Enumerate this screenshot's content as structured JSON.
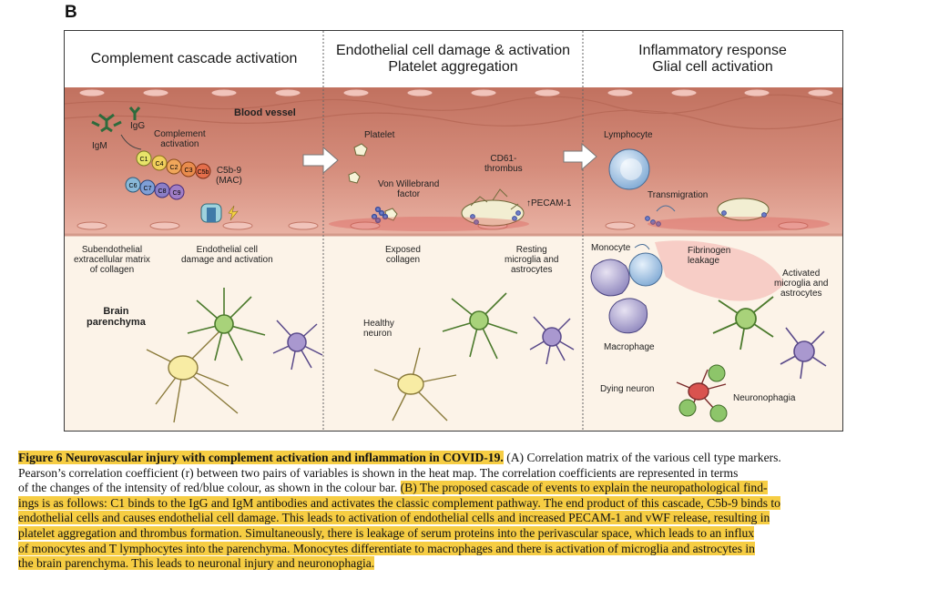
{
  "panel_letter": "B",
  "headers": {
    "col1": "Complement cascade activation",
    "col2_line1": "Endothelial cell damage & activation",
    "col2_line2": "Platelet aggregation",
    "col3_line1": "Inflammatory response",
    "col3_line2": "Glial cell activation"
  },
  "labels": {
    "blood_vessel": "Blood vessel",
    "igm": "IgM",
    "igg": "IgG",
    "complement_activation_1": "Complement",
    "complement_activation_2": "activation",
    "c1": "C1",
    "c4": "C4",
    "c2": "C2",
    "c3": "C3",
    "c5b": "C5b",
    "c6": "C6",
    "c7": "C7",
    "c8": "C8",
    "c9": "C9",
    "c5b9_1": "C5b-9",
    "c5b9_2": "(MAC)",
    "subendothelial_1": "Subendothelial",
    "subendothelial_2": "extracellular matrix",
    "subendothelial_3": "of collagen",
    "endothelial_damage_1": "Endothelial cell",
    "endothelial_damage_2": "damage and activation",
    "brain_parenchyma_1": "Brain",
    "brain_parenchyma_2": "parenchyma",
    "platelet": "Platelet",
    "vwf_1": "Von Willebrand",
    "vwf_2": "factor",
    "cd61_1": "CD61-",
    "cd61_2": "thrombus",
    "pecam": "↑PECAM-1",
    "exposed_collagen_1": "Exposed",
    "exposed_collagen_2": "collagen",
    "resting_1": "Resting",
    "resting_2": "microglia and",
    "resting_3": "astrocytes",
    "healthy_neuron_1": "Healthy",
    "healthy_neuron_2": "neuron",
    "lymphocyte": "Lymphocyte",
    "transmigration": "Transmigration",
    "monocyte": "Monocyte",
    "fibrinogen_1": "Fibrinogen",
    "fibrinogen_2": "leakage",
    "activated_1": "Activated",
    "activated_2": "microglia and",
    "activated_3": "astrocytes",
    "macrophage": "Macrophage",
    "dying_neuron": "Dying neuron",
    "neuronophagia": "Neuronophagia"
  },
  "caption": {
    "title": "Figure 6  Neurovascular injury with complement activation and inflammation in COVID-19.",
    "line1_a": " (A) Correlation matrix of the various cell type markers.",
    "line2": "Pearson’s correlation coefficient (r) between two pairs of variables is shown in the heat map. The correlation coefficients are represented in terms",
    "line3_a": "of the changes of the intensity of red/blue colour, as shown in the colour bar. ",
    "line3_b": "(B) The proposed cascade of events to explain the neuropathological find-",
    "line4": "ings is as follows: C1 binds to the IgG and IgM antibodies and activates the classic complement pathway. The end product of this cascade, C5b-9 binds to",
    "line5": "endothelial cells and causes endothelial cell damage. This leads to activation of endothelial cells and increased PECAM-1 and vWF release, resulting in",
    "line6": "platelet aggregation and thrombus formation. Simultaneously, there is leakage of serum proteins into the perivascular space, which leads to an influx",
    "line7": "of monocytes and T lymphocytes into the parenchyma. Monocytes differentiate to macrophages and there is activation of microglia and astrocytes in",
    "line8": "the brain parenchyma. This leads to neuronal injury and neuronophagia."
  },
  "colors": {
    "highlight": "#f6cd43",
    "vessel": "#c97a6a",
    "endothelium": "#e3a9a0",
    "parenchyma": "#fbf1e6",
    "astrocyte_green": "#9cc76b",
    "microglia_purple": "#9c84c2",
    "neuron_yellow": "#f5e6a0"
  }
}
